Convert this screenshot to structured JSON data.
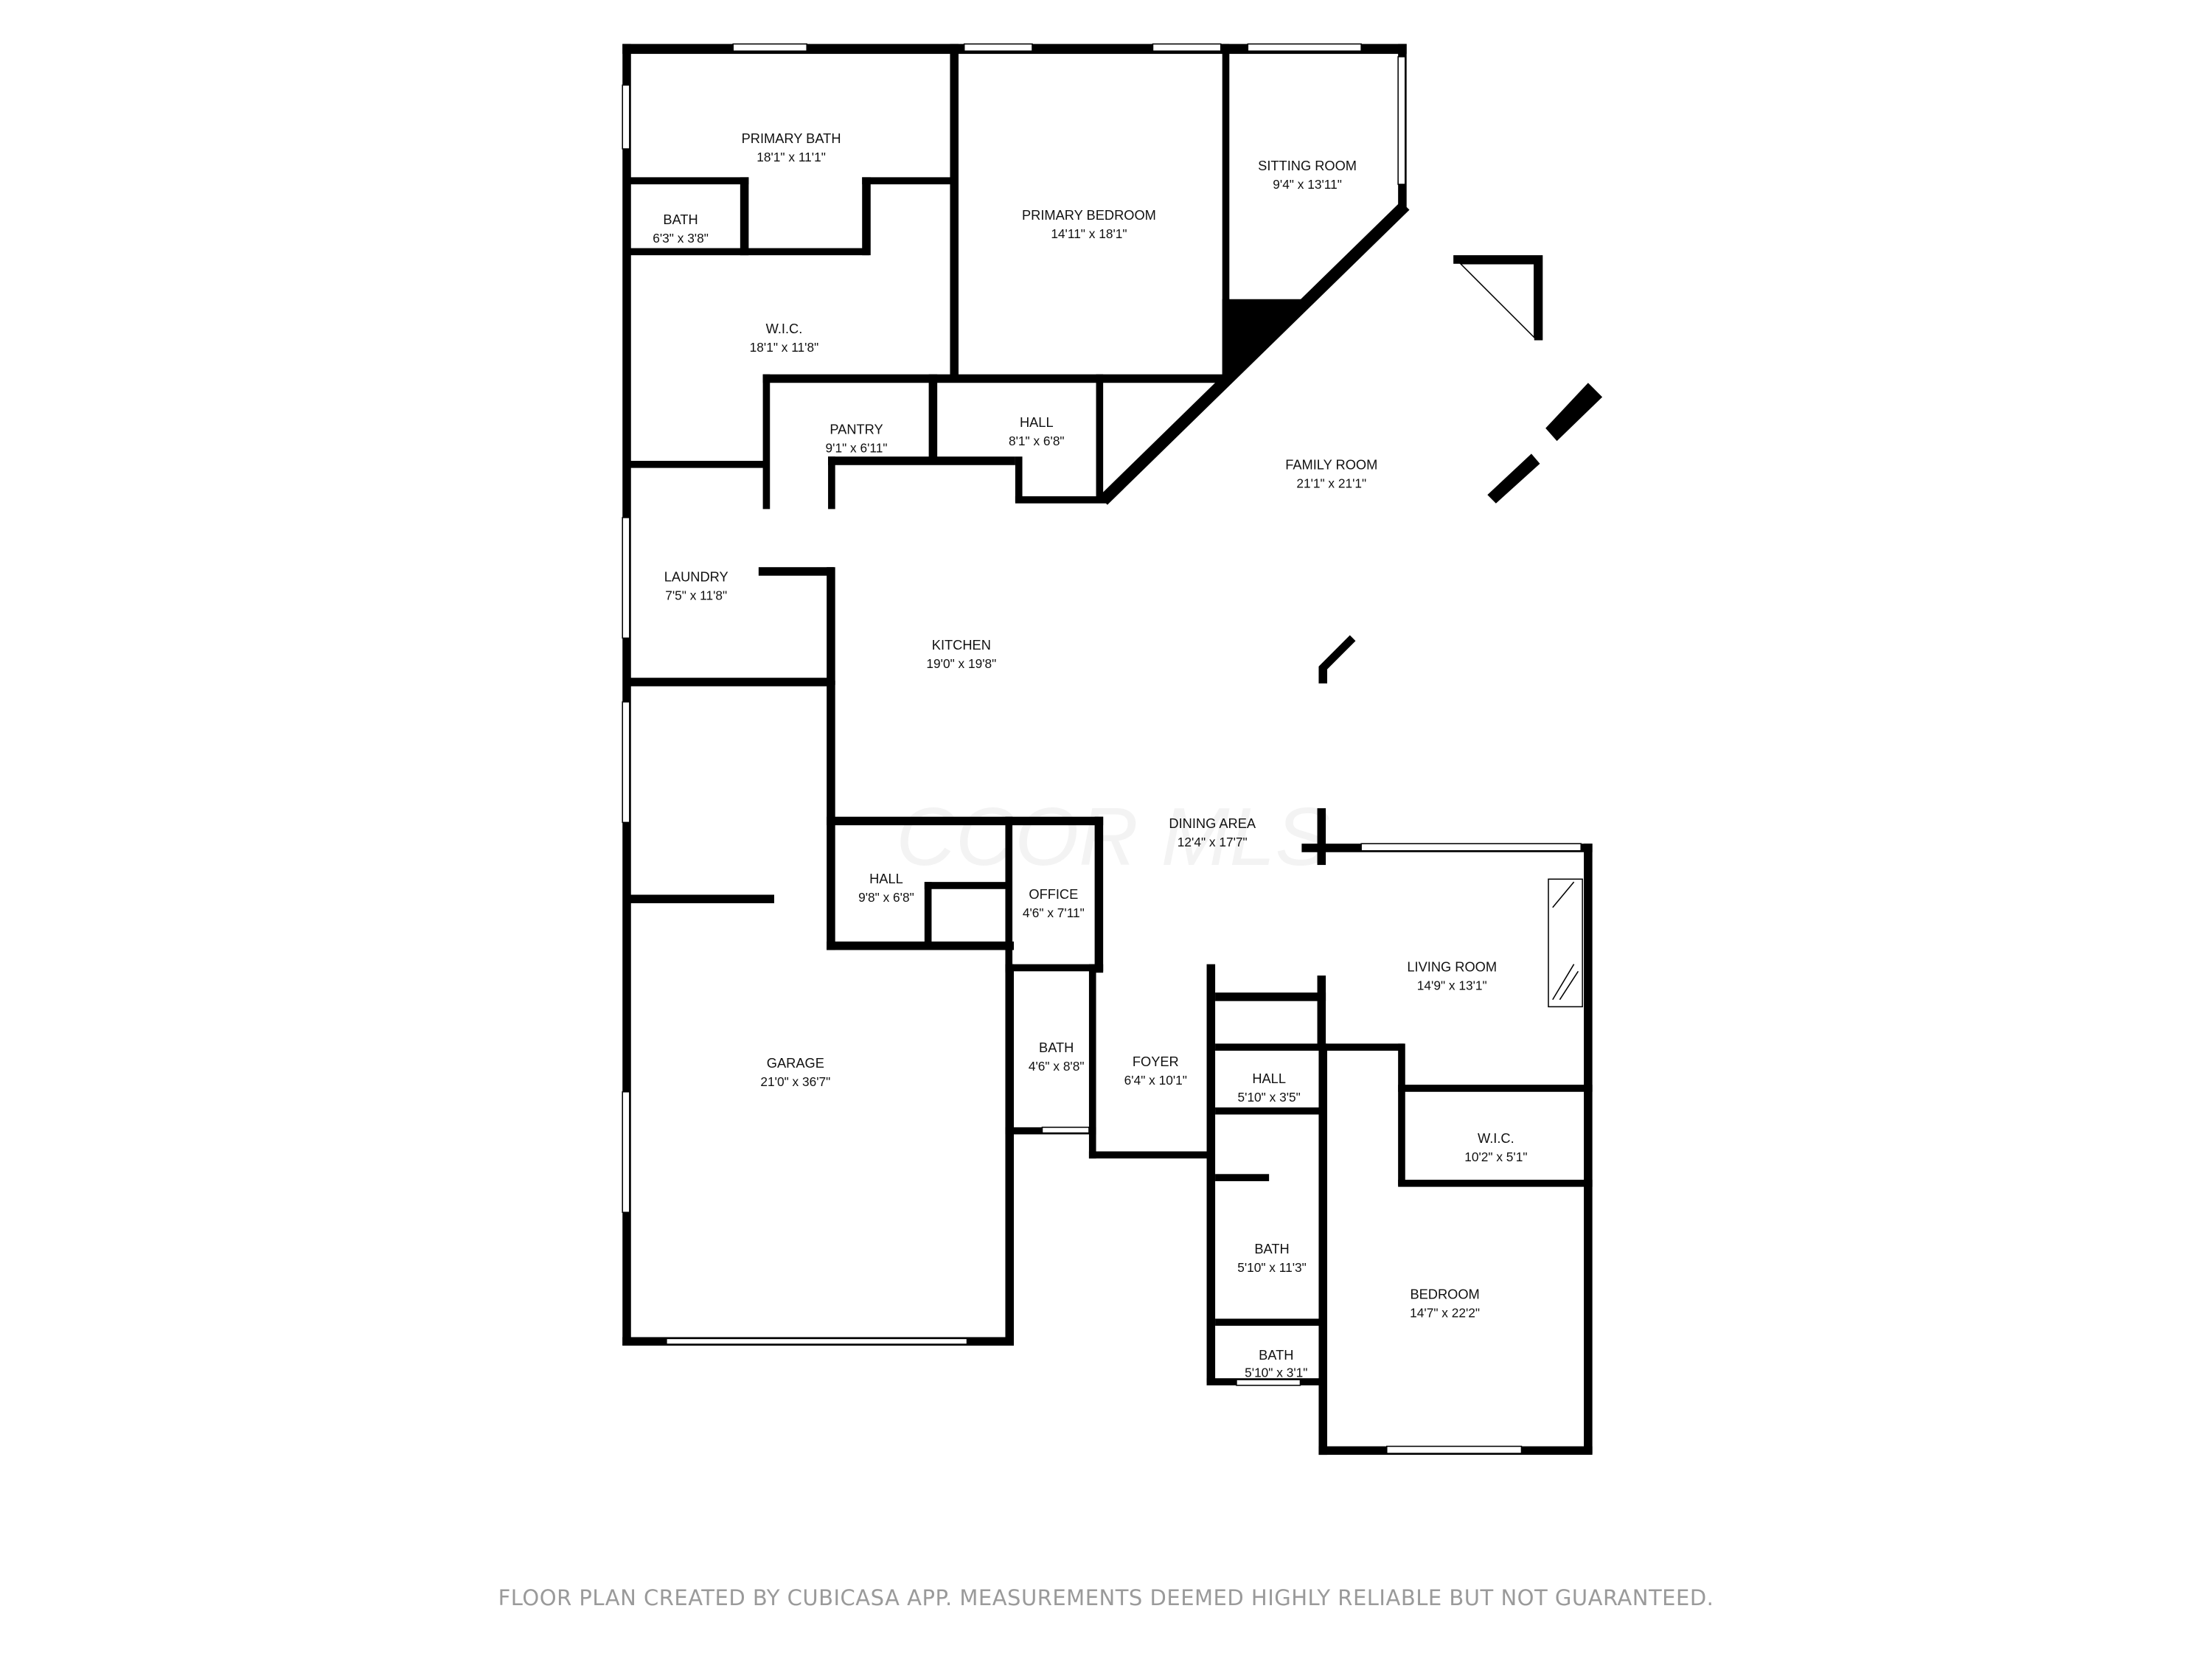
{
  "floor_plan": {
    "watermark": "CCOR MLS",
    "rooms": [
      {
        "id": "primary-bath",
        "name": "PRIMARY BATH",
        "dims": "18'1\" x 11'1\""
      },
      {
        "id": "bath-1",
        "name": "BATH",
        "dims": "6'3\" x 3'8\""
      },
      {
        "id": "primary-bedroom",
        "name": "PRIMARY BEDROOM",
        "dims": "14'11\" x 18'1\""
      },
      {
        "id": "sitting-room",
        "name": "SITTING ROOM",
        "dims": "9'4\" x 13'11\""
      },
      {
        "id": "wic-1",
        "name": "W.I.C.",
        "dims": "18'1\" x 11'8\""
      },
      {
        "id": "pantry",
        "name": "PANTRY",
        "dims": "9'1\" x 6'11\""
      },
      {
        "id": "hall-1",
        "name": "HALL",
        "dims": "8'1\" x 6'8\""
      },
      {
        "id": "family-room",
        "name": "FAMILY ROOM",
        "dims": "21'1\" x 21'1\""
      },
      {
        "id": "laundry",
        "name": "LAUNDRY",
        "dims": "7'5\" x 11'8\""
      },
      {
        "id": "kitchen",
        "name": "KITCHEN",
        "dims": "19'0\" x 19'8\""
      },
      {
        "id": "dining-area",
        "name": "DINING AREA",
        "dims": "12'4\" x 17'7\""
      },
      {
        "id": "hall-2",
        "name": "HALL",
        "dims": "9'8\" x 6'8\""
      },
      {
        "id": "office",
        "name": "OFFICE",
        "dims": "4'6\" x 7'11\""
      },
      {
        "id": "living-room",
        "name": "LIVING ROOM",
        "dims": "14'9\" x 13'1\""
      },
      {
        "id": "garage",
        "name": "GARAGE",
        "dims": "21'0\" x 36'7\""
      },
      {
        "id": "bath-2",
        "name": "BATH",
        "dims": "4'6\" x 8'8\""
      },
      {
        "id": "foyer",
        "name": "FOYER",
        "dims": "6'4\" x 10'1\""
      },
      {
        "id": "hall-3",
        "name": "HALL",
        "dims": "5'10\" x 3'5\""
      },
      {
        "id": "wic-2",
        "name": "W.I.C.",
        "dims": "10'2\" x 5'1\""
      },
      {
        "id": "bath-3",
        "name": "BATH",
        "dims": "5'10\" x 11'3\""
      },
      {
        "id": "bedroom",
        "name": "BEDROOM",
        "dims": "14'7\" x 22'2\""
      },
      {
        "id": "bath-4",
        "name": "BATH",
        "dims": "5'10\" x 3'1\""
      }
    ]
  },
  "footer": {
    "disclaimer": "FLOOR PLAN CREATED BY CUBICASA APP. MEASUREMENTS DEEMED HIGHLY RELIABLE BUT NOT GUARANTEED."
  }
}
